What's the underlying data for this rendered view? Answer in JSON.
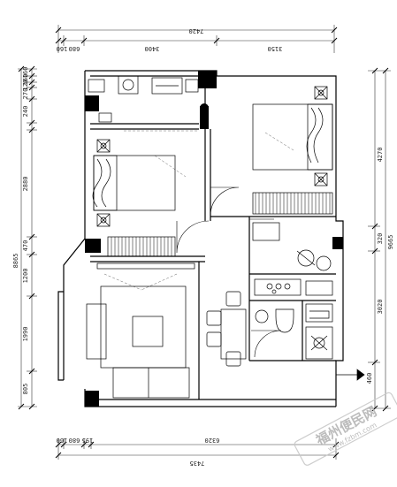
{
  "dims": {
    "top_total": "7420",
    "top": [
      "160",
      "680",
      "3400",
      "3150"
    ],
    "bottom_total": "7435",
    "bottom": [
      "160",
      "680",
      "195",
      "6320"
    ],
    "left_total": "8865",
    "left": [
      "160",
      "160",
      "120",
      "270",
      "240",
      "2880",
      "470",
      "1200",
      "1990",
      "805"
    ],
    "right_total": "9665",
    "right": [
      "4270",
      "320",
      "3020",
      "460"
    ]
  },
  "watermark": {
    "cn": "福州便民网",
    "url": "www.fzbm.com"
  }
}
